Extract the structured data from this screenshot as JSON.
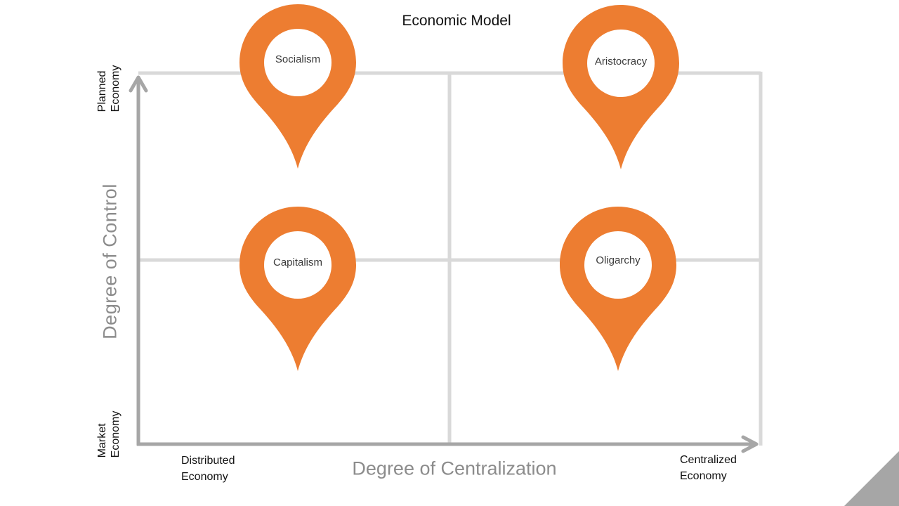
{
  "title": "Economic Model",
  "axes": {
    "y_title": "Degree of Control",
    "x_title": "Degree of Centralization",
    "y_top": [
      "Planned",
      "Economy"
    ],
    "y_bottom": [
      "Market",
      "Economy"
    ],
    "x_left": [
      "Distributed",
      "Economy"
    ],
    "x_right": [
      "Centralized",
      "Economy"
    ]
  },
  "quadrants": [
    {
      "label": "Socialism",
      "position": "top-left"
    },
    {
      "label": "Aristocracy",
      "position": "top-right"
    },
    {
      "label": "Capitalism",
      "position": "bottom-left"
    },
    {
      "label": "Oligarchy",
      "position": "bottom-right"
    }
  ],
  "colors": {
    "pin": "#ED7D31",
    "grid": "#D9D9D9",
    "axis": "#A6A6A6",
    "corner": "#A6A6A6"
  }
}
